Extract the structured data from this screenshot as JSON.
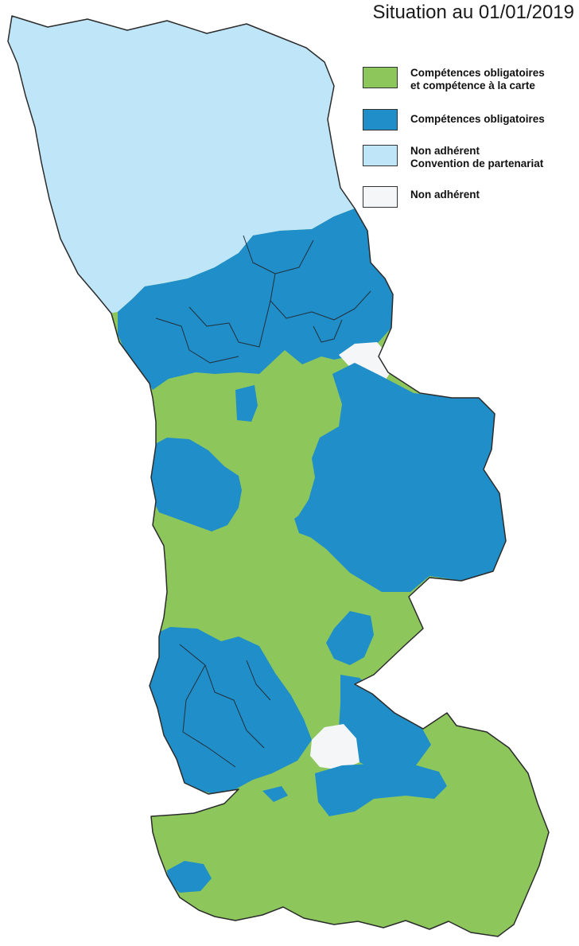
{
  "title": "Situation au 01/01/2019",
  "colors": {
    "green": "#8dc75c",
    "blue": "#1f8ec9",
    "light_blue": "#bfe6f8",
    "white": "#f4f6f7",
    "border": "#2b2b2b"
  },
  "legend": [
    {
      "color_key": "green",
      "line1": "Compétences obligatoires",
      "line2": "et compétence à la carte"
    },
    {
      "color_key": "blue",
      "line1": "Compétences obligatoires",
      "line2": ""
    },
    {
      "color_key": "light_blue",
      "line1": "Non adhérent",
      "line2": "Convention de partenariat"
    },
    {
      "color_key": "white",
      "line1": "Non adhérent",
      "line2": ""
    }
  ]
}
